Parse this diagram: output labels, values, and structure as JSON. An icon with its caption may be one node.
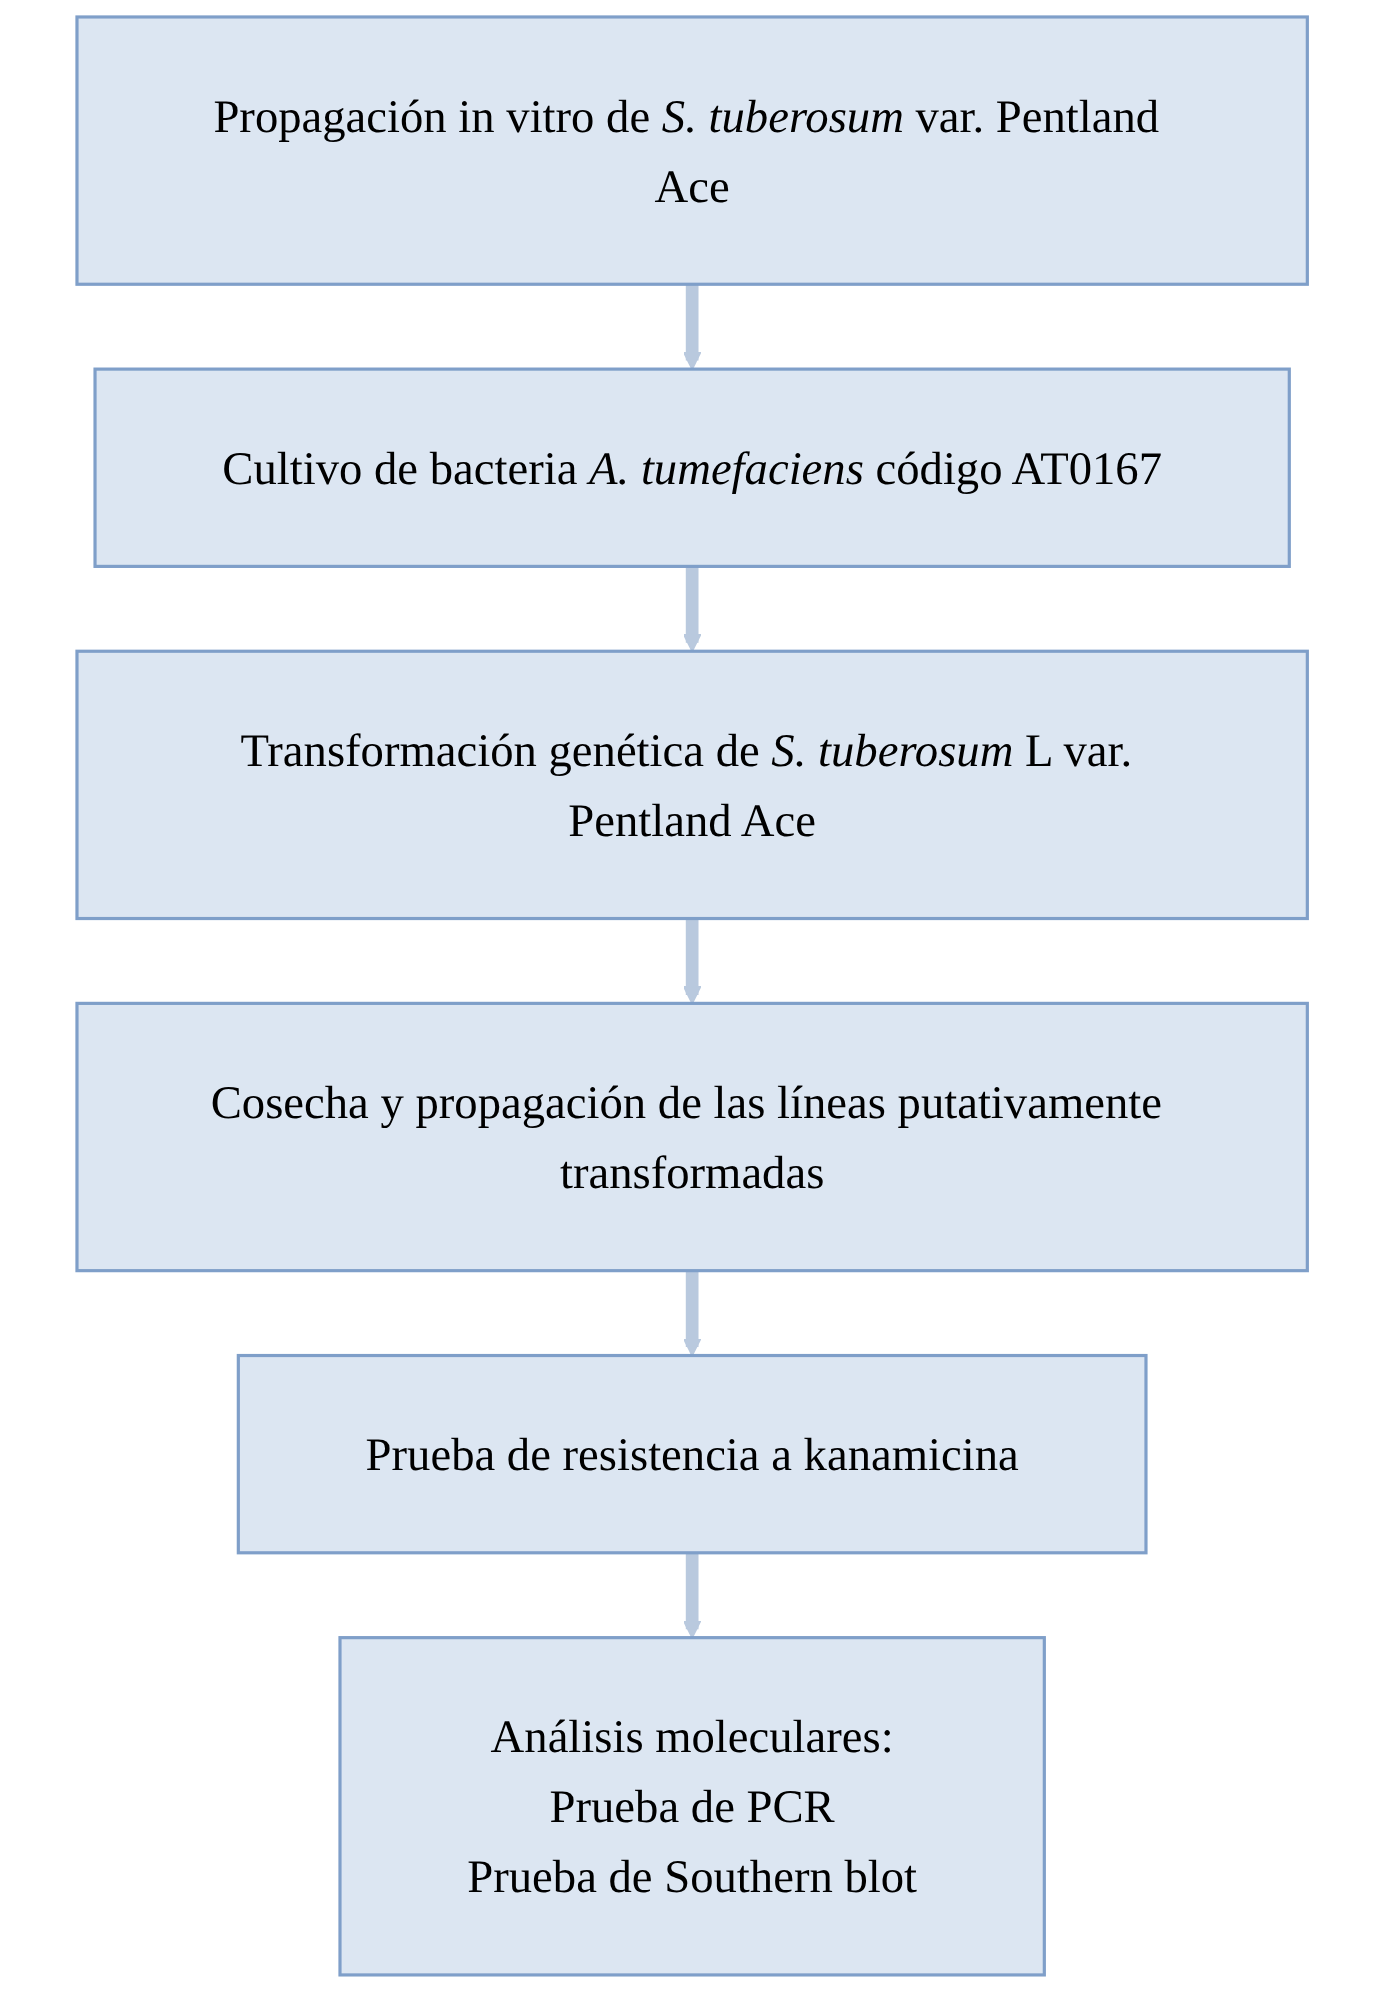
{
  "diagram": {
    "nodes": [
      {
        "text": [
          "Propagación in vitro de *S. tuberosum* var. Pentland Ace"
        ]
      },
      {
        "text": [
          "Cultivo de bacteria *A. tumefaciens* código AT0167"
        ]
      },
      {
        "text": [
          "Transformación genética de *S. tuberosum* L var. Pentland Ace"
        ]
      },
      {
        "text": [
          "Cosecha y propagación de las líneas putativamente transformadas"
        ]
      },
      {
        "text": [
          "Prueba de resistencia a kanamicina"
        ]
      },
      {
        "text": [
          "Análisis moleculares:",
          "Prueba de PCR",
          "Prueba de Southern blot"
        ]
      }
    ],
    "edges": [
      {
        "from": 0,
        "to": 1,
        "arrow": "to"
      },
      {
        "from": 1,
        "to": 2,
        "arrow": "to"
      },
      {
        "from": 2,
        "to": 3,
        "arrow": "to"
      },
      {
        "from": 3,
        "to": 4,
        "arrow": "to"
      },
      {
        "from": 4,
        "to": 5,
        "arrow": "to"
      }
    ]
  }
}
